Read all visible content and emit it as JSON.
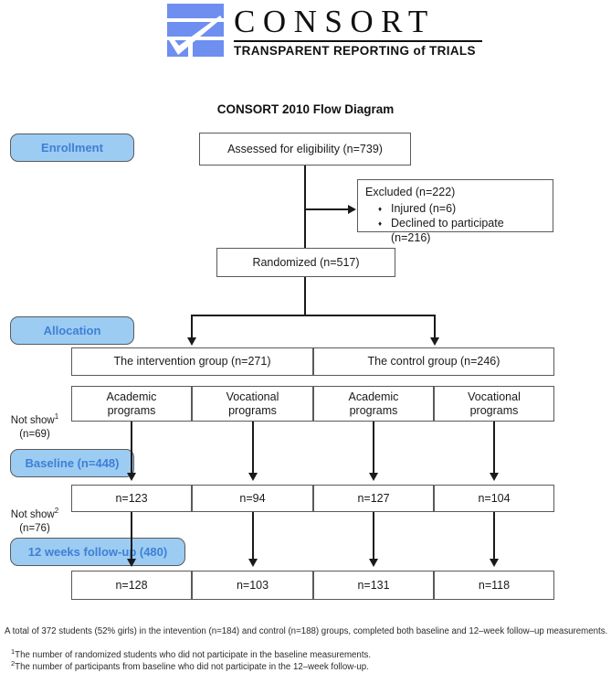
{
  "logo": {
    "wordmark": "CONSORT",
    "tagline_main": "TRANSPARENT REPORTING",
    "tagline_of": "of",
    "tagline_end": "TRIALS",
    "mark_color": "#6E8FF0",
    "check_color": "#FFFFFF"
  },
  "diagram": {
    "title": "CONSORT 2010 Flow Diagram",
    "accent_fill": "#9CCCF2",
    "accent_text": "#3F7FD6",
    "box_border": "#5A5A5A"
  },
  "stages": {
    "enrollment": "Enrollment",
    "allocation": "Allocation",
    "baseline": "Baseline (n=448)",
    "followup": "12 weeks follow-up (480)"
  },
  "boxes": {
    "assessed": "Assessed for eligibility (n=739)",
    "randomized": "Randomized (n=517)",
    "excluded_head": "Excluded (n=222)",
    "excluded_items": [
      "Injured (n=6)",
      "Declined to participate (n=216)"
    ],
    "intervention_group": "The intervention group (n=271)",
    "control_group": "The control group (n=246)"
  },
  "programs": [
    "Academic programs",
    "Vocational programs",
    "Academic programs",
    "Vocational programs"
  ],
  "program_lines": [
    {
      "l1": "Academic",
      "l2": "programs"
    },
    {
      "l1": "Vocational",
      "l2": "programs"
    },
    {
      "l1": "Academic",
      "l2": "programs"
    },
    {
      "l1": "Vocational",
      "l2": "programs"
    }
  ],
  "baseline_counts": [
    "n=123",
    "n=94",
    "n=127",
    "n=104"
  ],
  "followup_counts": [
    "n=128",
    "n=103",
    "n=131",
    "n=118"
  ],
  "side_notes": {
    "not_show_1_label": "Not show",
    "not_show_1_sup": "1",
    "not_show_1_value": "(n=69)",
    "not_show_2_label": "Not show",
    "not_show_2_sup": "2",
    "not_show_2_value": "(n=76)"
  },
  "footnotes": {
    "summary": "A total of 372 students (52% girls) in the intevention (n=184) and control (n=188) groups, completed both baseline and 12–week follow–up measurements.",
    "note1_sup": "1",
    "note1": "The number of randomized students who did not participate in the baseline measurements.",
    "note2_sup": "2",
    "note2": "The number of participants from baseline who did not participate in the 12–week follow‑up."
  }
}
